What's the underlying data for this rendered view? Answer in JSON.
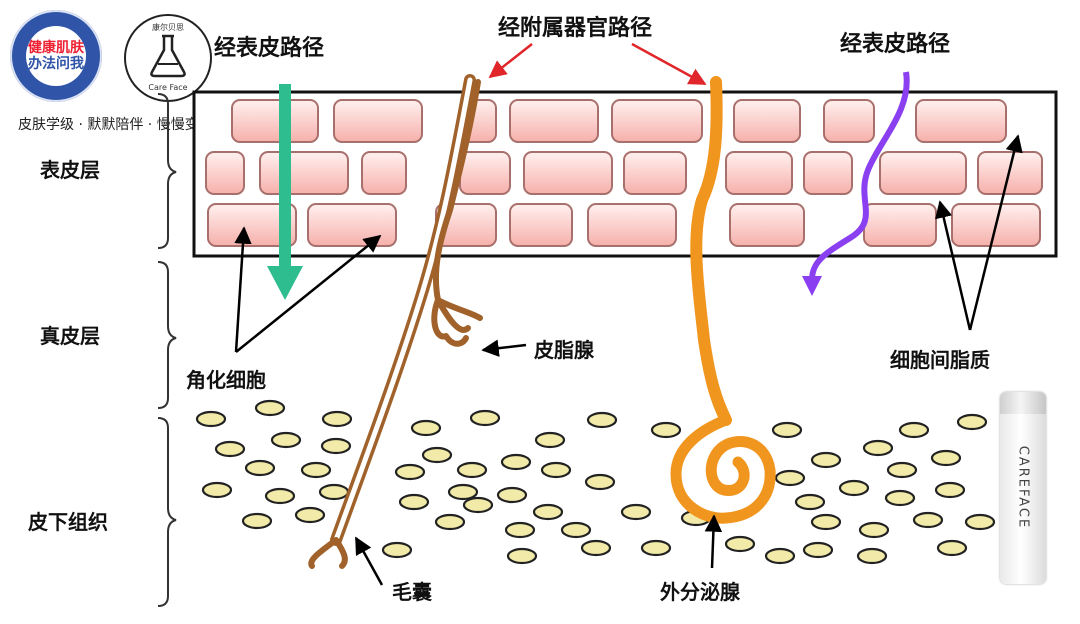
{
  "logo": {
    "line1": "健康肌肤",
    "line2": "办法问我",
    "flask_top": "康尔贝思",
    "flask_bottom": "Care Face"
  },
  "slogan": "皮肤学级 · 默默陪伴 · 慢慢变好",
  "diagram": {
    "routes": {
      "transepidermal_left": "经表皮路径",
      "appendageal": "经附属器官路径",
      "transepidermal_right": "经表皮路径"
    },
    "layers": {
      "epidermis": "表皮层",
      "dermis": "真皮层",
      "subcutaneous": "皮下组织"
    },
    "structures": {
      "keratinocytes": "角化细胞",
      "sebaceous_gland": "皮脂腺",
      "intercellular_lipids": "细胞间脂质",
      "hair_follicle": "毛囊",
      "eccrine_gland": "外分泌腺"
    },
    "colors": {
      "brick_fill": "#f7b8b4",
      "brick_border": "#a8706c",
      "hair": "#a0622a",
      "gland": "#f0961e",
      "green_arrow": "#2dbd8f",
      "purple_path": "#8a3ff0",
      "red_arrow": "#e0262a",
      "fat_fill": "#f2eaa8"
    }
  },
  "product": {
    "brand": "CAREFACE"
  }
}
